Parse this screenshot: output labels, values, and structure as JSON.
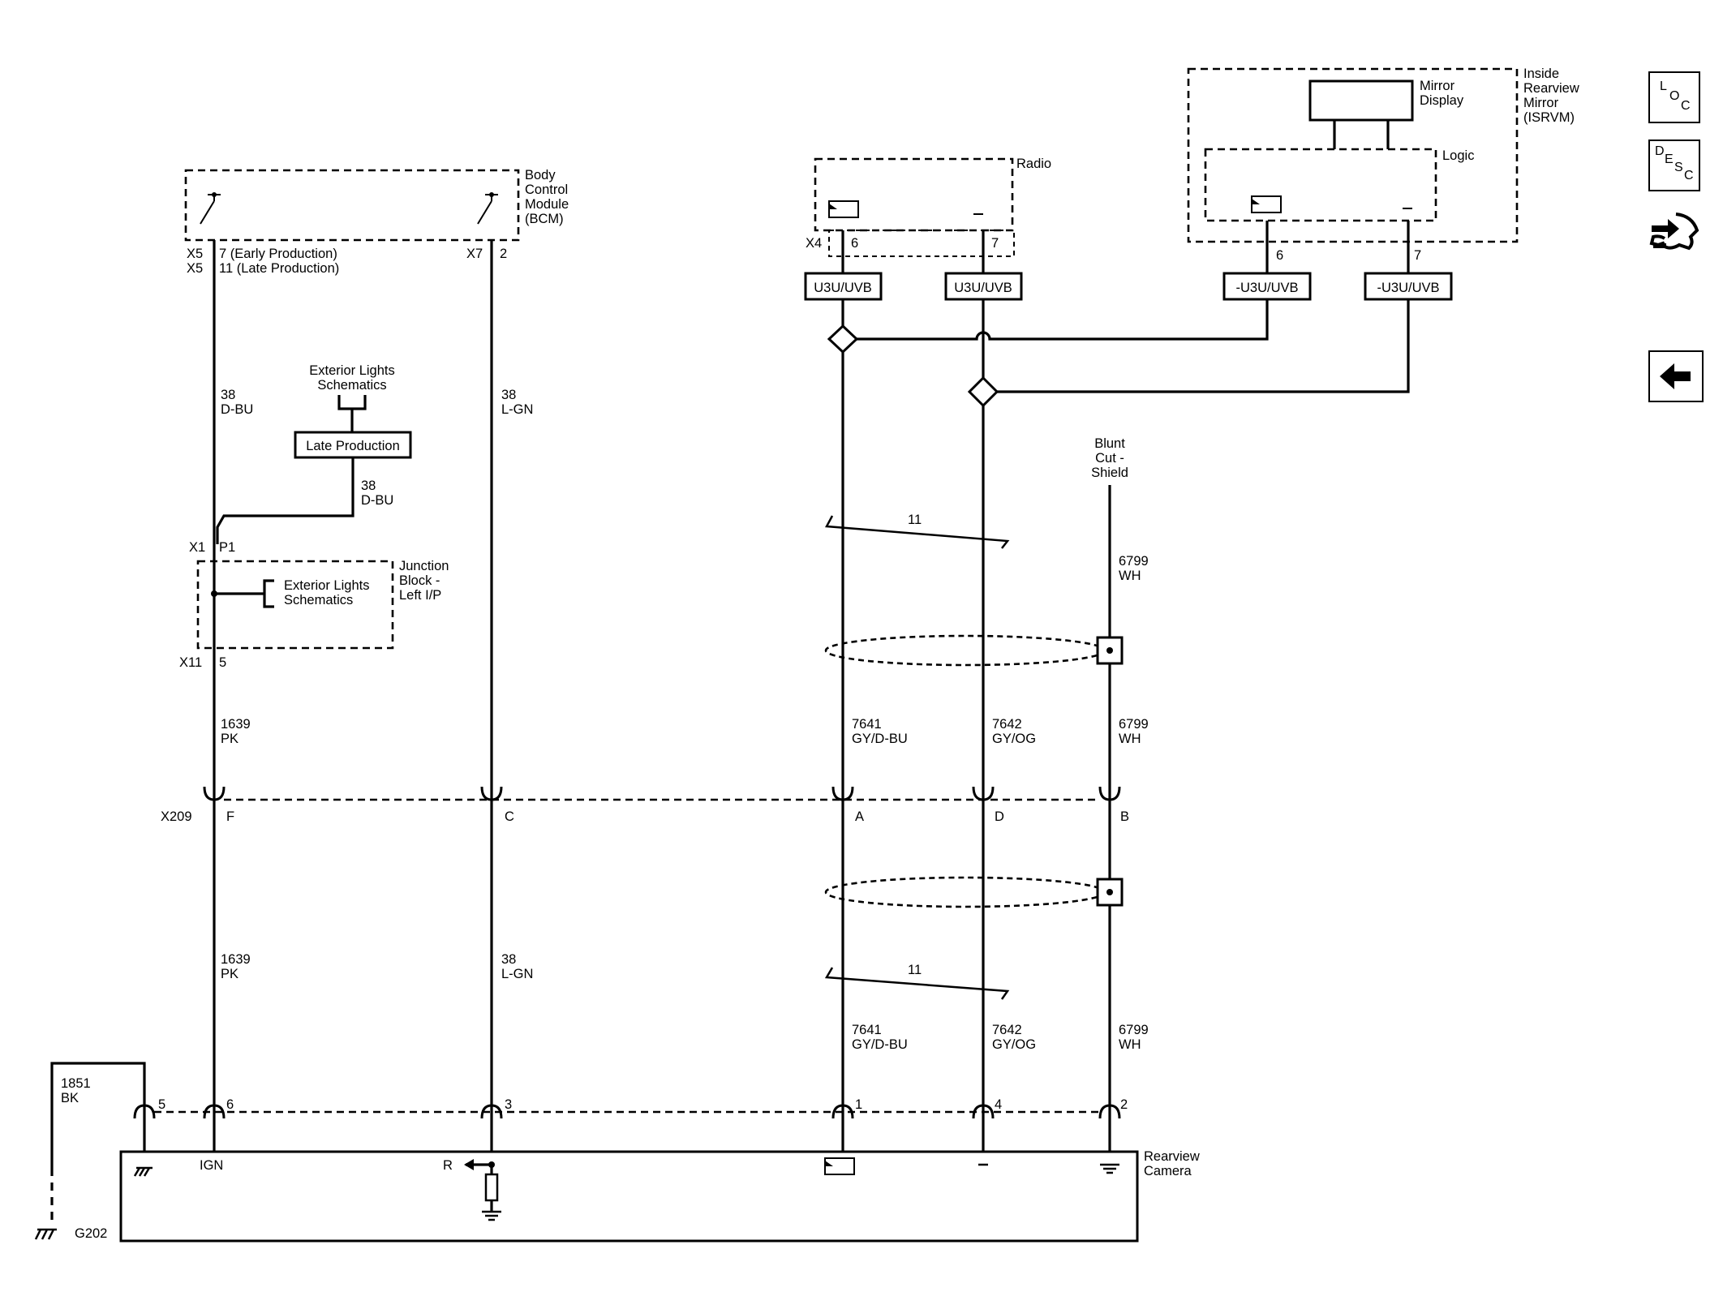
{
  "modules": {
    "bcm": [
      "Body",
      "Control",
      "Module",
      "(BCM)"
    ],
    "radio": "Radio",
    "isrvm": [
      "Inside",
      "Rearview",
      "Mirror",
      "(ISRVM)"
    ],
    "mirror_display": [
      "Mirror",
      "Display"
    ],
    "logic": "Logic",
    "junction": [
      "Junction",
      "Block -",
      "Left I/P"
    ],
    "camera": [
      "Rearview",
      "Camera"
    ]
  },
  "refs": {
    "ext_lights_top": [
      "Exterior Lights",
      "Schematics"
    ],
    "late_production": "Late Production",
    "ext_lights_jb": [
      "Exterior Lights",
      "Schematics"
    ],
    "blunt_cut": [
      "Blunt",
      "Cut -",
      "Shield"
    ]
  },
  "rpo": {
    "radio_6": "U3U/UVB",
    "radio_7": "U3U/UVB",
    "mirror_6": "-U3U/UVB",
    "mirror_7": "-U3U/UVB"
  },
  "connectors": {
    "bcm_x5": "X5",
    "bcm_x5b": "X5",
    "bcm_x5_pin_early": "7 (Early Production)",
    "bcm_x5_pin_late": "11 (Late Production)",
    "bcm_x7": "X7",
    "bcm_x7_pin": "2",
    "radio_x4": "X4",
    "radio_pin6": "6",
    "radio_pin7": "7",
    "mirror_pin6": "6",
    "mirror_pin7": "7",
    "jb_x1": "X1",
    "jb_p1": "P1",
    "jb_x11": "X11",
    "jb_x11_pin": "5",
    "x209": "X209",
    "x209_pins": [
      "F",
      "C",
      "A",
      "D",
      "B"
    ],
    "cam_pins": [
      "5",
      "6",
      "3",
      "1",
      "4",
      "2"
    ],
    "twist_top": "11",
    "twist_bottom": "11"
  },
  "wires": {
    "w38_dbu_a": [
      "38",
      "D-BU"
    ],
    "w38_lgn_a": [
      "38",
      "L-GN"
    ],
    "w38_dbu_b": [
      "38",
      "D-BU"
    ],
    "w6799_a": [
      "6799",
      "WH"
    ],
    "w1639_a": [
      "1639",
      "PK"
    ],
    "w7641_a": [
      "7641",
      "GY/D-BU"
    ],
    "w7642_a": [
      "7642",
      "GY/OG"
    ],
    "w6799_b": [
      "6799",
      "WH"
    ],
    "w1639_b": [
      "1639",
      "PK"
    ],
    "w38_lgn_b": [
      "38",
      "L-GN"
    ],
    "w7641_b": [
      "7641",
      "GY/D-BU"
    ],
    "w7642_b": [
      "7642",
      "GY/OG"
    ],
    "w6799_c": [
      "6799",
      "WH"
    ],
    "w1851": [
      "1851",
      "BK"
    ]
  },
  "camera_pins": {
    "ign": "IGN",
    "r": "R"
  },
  "ground": "G202",
  "nav": {
    "loc": [
      "L",
      "O",
      "C"
    ],
    "desc": [
      "D",
      "E",
      "S",
      "C"
    ],
    "icons": [
      "connector-tool-icon",
      "back-arrow-icon"
    ]
  }
}
